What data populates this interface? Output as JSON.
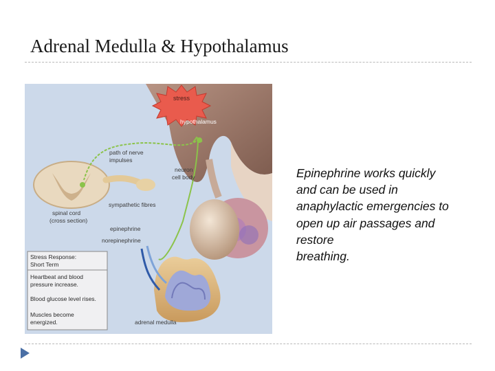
{
  "slide": {
    "title": "Adrenal Medulla & Hypothalamus",
    "body_lines": [
      "Epinephrine works quickly",
      "and can be used in",
      "anaphylactic emergencies to",
      "open up air passages and",
      "restore",
      "breathing."
    ]
  },
  "figure": {
    "labels": {
      "stress": "stress",
      "hypothalamus": "hypothalamus",
      "path_nerve_1": "path of nerve",
      "path_nerve_2": "impulses",
      "neuron_1": "neuron",
      "neuron_2": "cell body",
      "sympathetic": "sympathetic fibres",
      "spinal_1": "spinal cord",
      "spinal_2": "(cross section)",
      "epinephrine": "epinephrine",
      "norepinephrine": "norepinephrine",
      "adrenal_medulla": "adrenal medulla"
    },
    "stress_box": {
      "heading_1": "Stress Response:",
      "heading_2": "Short Term",
      "item1_1": "Heartbeat and blood",
      "item1_2": "pressure increase.",
      "item2": "Blood glucose level rises.",
      "item3_1": "Muscles become",
      "item3_2": "energized."
    }
  },
  "colors": {
    "accent_bullet": "#4a6fa5",
    "figure_background": "#ccd9ea",
    "nerve_path": "#8bc34a"
  },
  "icons": {
    "bullet": "triangle-right-icon"
  }
}
